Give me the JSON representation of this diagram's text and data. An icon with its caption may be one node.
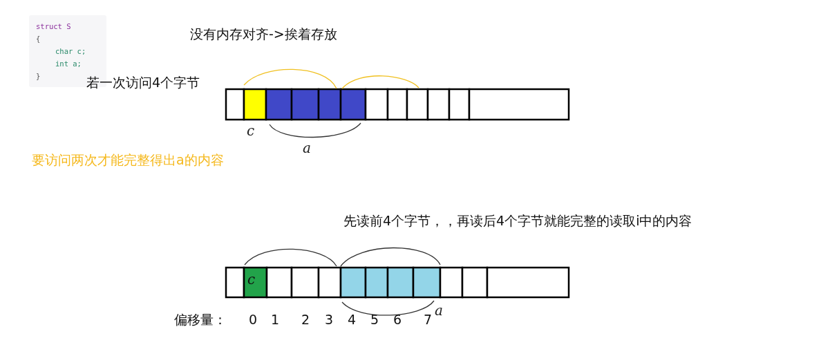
{
  "diagram": {
    "labels": [
      "struct S",
      "{",
      "char c;",
      "int a;",
      "}",
      "没有内存对齐->挨着存放",
      "若一次访问4个字节",
      "c",
      "a",
      "要访问两次才能完整得出a的内容",
      "先读前4个字节，，再读后4个字节就能完整的读取i中的内容",
      "c",
      "偏移量：",
      "0",
      "1",
      "2",
      "3",
      "4",
      "5",
      "6",
      "7",
      "a"
    ]
  }
}
